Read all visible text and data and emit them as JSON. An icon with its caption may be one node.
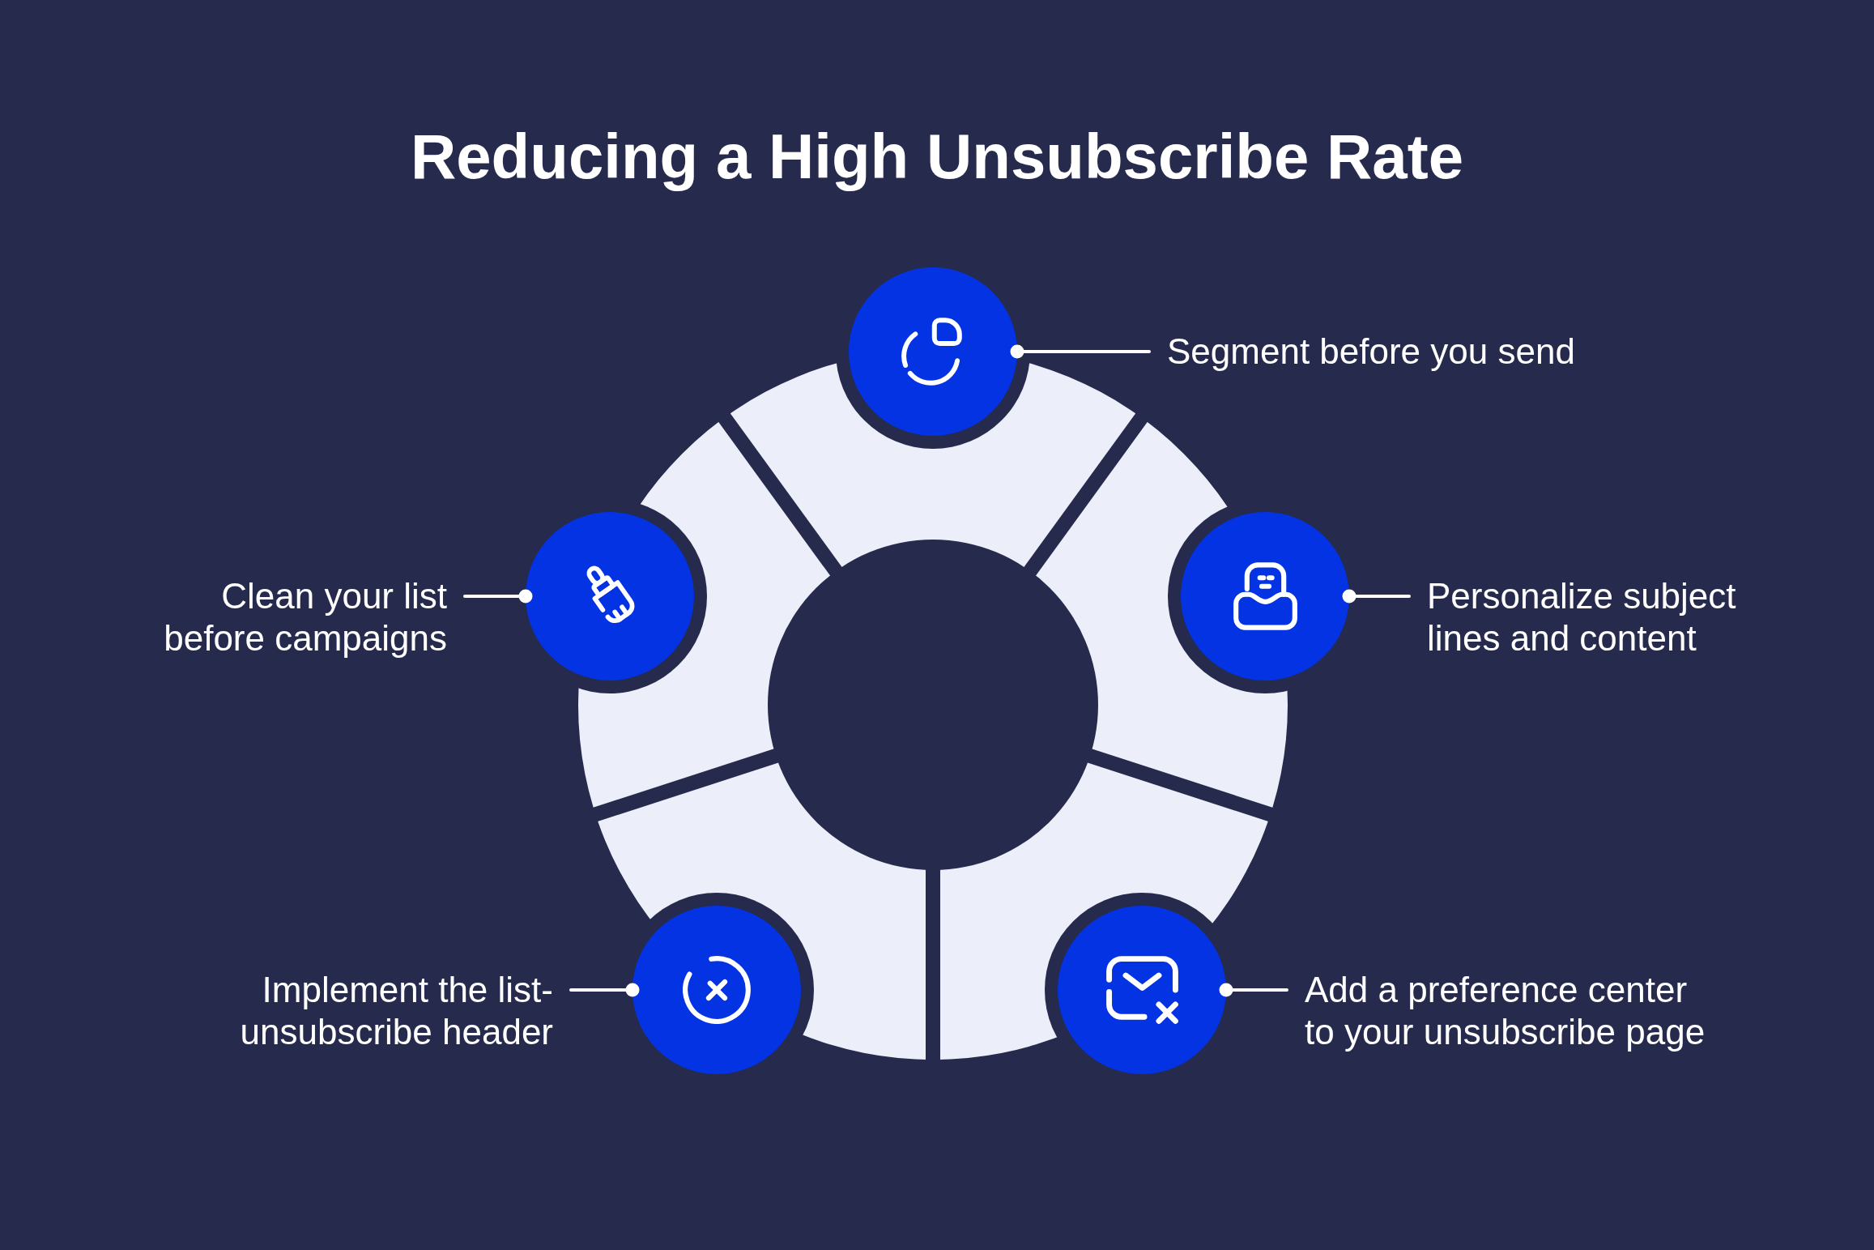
{
  "diagram": {
    "title": "Reducing a High Unsubscribe Rate",
    "nodes": [
      {
        "text": [],
        "shape": "circle"
      },
      {
        "text": [
          "Segment before you send"
        ]
      },
      {
        "text": [
          "Clean your list before campaigns"
        ]
      },
      {
        "text": [],
        "shape": "circle"
      },
      {
        "text": [],
        "shape": "circle"
      },
      {
        "text": [
          "Personalize subject lines and content"
        ]
      },
      {
        "text": [
          "Implement the list-unsubscribe header"
        ]
      },
      {
        "text": [],
        "shape": "circle"
      },
      {
        "text": [],
        "shape": "circle"
      },
      {
        "text": [
          "Add a preference center to your unsubscribe page"
        ]
      }
    ],
    "edges": [
      {
        "from": 1,
        "to": 0,
        "arrow": "other"
      },
      {
        "from": 2,
        "to": 3,
        "arrow": "other"
      },
      {
        "from": 5,
        "to": 4,
        "arrow": "other"
      },
      {
        "from": 6,
        "to": 7,
        "arrow": "other"
      },
      {
        "from": 9,
        "to": 8,
        "arrow": "other"
      }
    ]
  }
}
